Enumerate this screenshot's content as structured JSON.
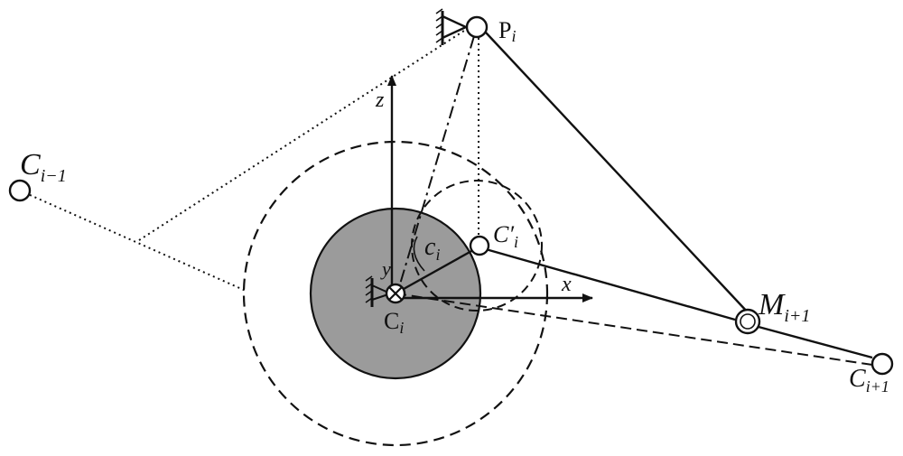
{
  "colors": {
    "ink": "#111111",
    "disk_fill": "#9b9b9b",
    "background": "#ffffff"
  },
  "labels": {
    "P_main": "P",
    "P_sub": "i",
    "C_im1_main": "C",
    "C_im1_sub": "i−1",
    "C_i_main": "C",
    "C_i_sub": "i",
    "Cprime_main": "C′",
    "Cprime_sub": "i",
    "c_main": "c",
    "c_sub": "i",
    "M_main": "M",
    "M_sub": "i+1",
    "C_ip1_main": "C",
    "C_ip1_sub": "i+1",
    "axis_z": "z",
    "axis_x": "x",
    "axis_y": "y"
  },
  "icons": {
    "ground_pin": "ground-hatch-icon",
    "center_marker": "circle-cross-icon",
    "joint": "joint-circle-icon"
  }
}
